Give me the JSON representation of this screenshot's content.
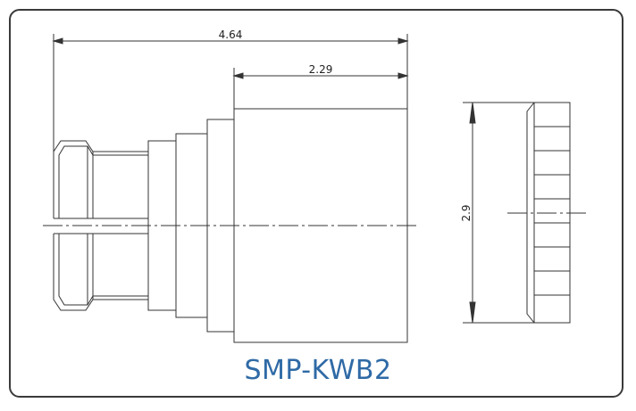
{
  "diagram": {
    "title": "SMP-KWB2",
    "dimensions": {
      "overall_length": "4.64",
      "body_length": "2.29",
      "diameter": "2.9"
    },
    "colors": {
      "line": "#333333",
      "title": "#2f6aa6",
      "border": "#3a3a3a"
    }
  }
}
